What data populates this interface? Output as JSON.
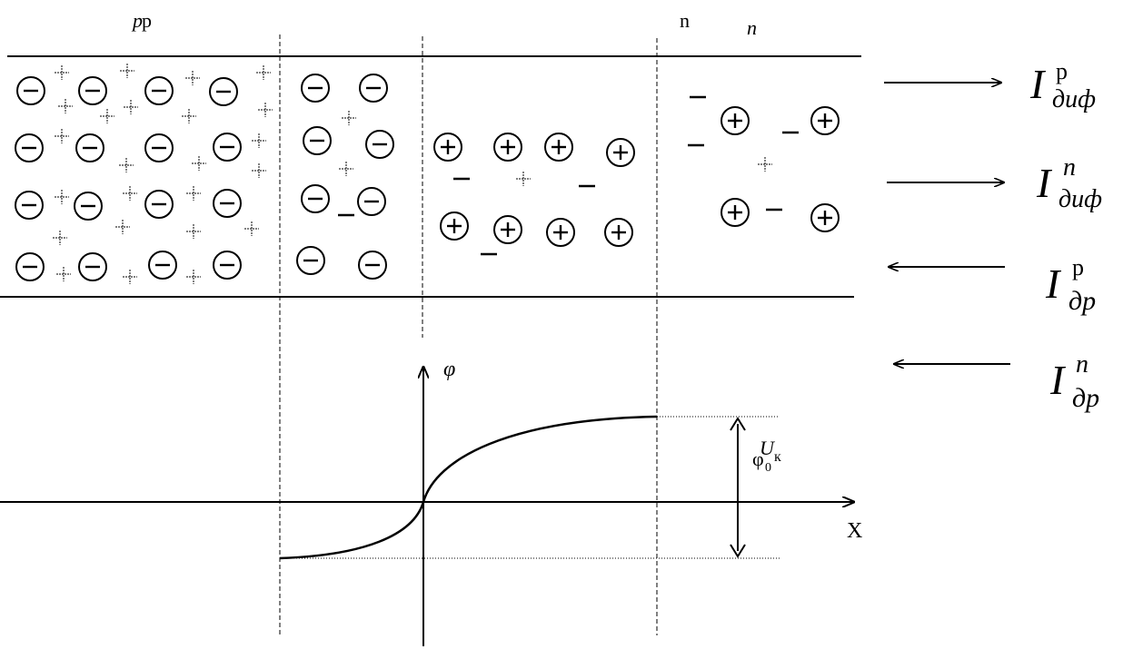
{
  "regions": {
    "p_label_roman": "p",
    "p_label_italic": "p",
    "n_label_roman": "n",
    "n_label_italic": "n"
  },
  "currents": [
    {
      "symbol": "I",
      "sub": "диф",
      "sup": "p",
      "sup_italic": false,
      "direction": "right"
    },
    {
      "symbol": "I",
      "sub": "диф",
      "sup": "n",
      "sup_italic": true,
      "direction": "right"
    },
    {
      "symbol": "I",
      "sub": "др",
      "sup": "p",
      "sup_italic": false,
      "direction": "left"
    },
    {
      "symbol": "I",
      "sub": "др",
      "sup": "n",
      "sup_italic": true,
      "direction": "left"
    }
  ],
  "graph": {
    "y_axis_label": "φ",
    "x_axis_label": "X",
    "barrier_label_phi": "φ",
    "barrier_label_phi_sub": "0",
    "barrier_label_u": "U",
    "barrier_label_u_sub": "к"
  },
  "charge_symbols": {
    "negative_ion": "minus-in-circle",
    "positive_ion": "plus-in-circle",
    "hole": "plus",
    "electron": "minus"
  }
}
